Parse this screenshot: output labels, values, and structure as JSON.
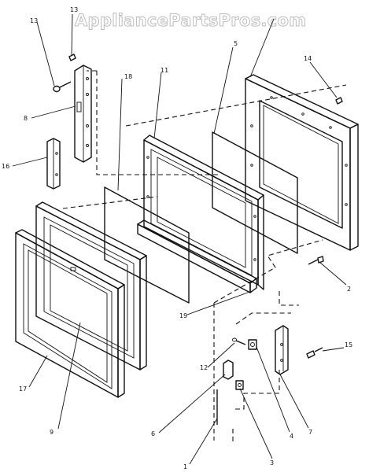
{
  "watermark": "AppliancePartsPros.com",
  "callouts": {
    "c13a": "13",
    "c13b": "13",
    "c18": "18",
    "c11": "11",
    "c5": "5",
    "c14": "14",
    "c8": "8",
    "c16": "16",
    "c2": "2",
    "c19": "19",
    "c15": "15",
    "c12": "12",
    "c4": "4",
    "c17": "17",
    "c6": "6",
    "c7": "7",
    "c9": "9",
    "c3": "3",
    "c1": "1"
  },
  "colors": {
    "ink": "#111111",
    "paper": "#ffffff",
    "watermark_outline": "#bdbdbd"
  }
}
